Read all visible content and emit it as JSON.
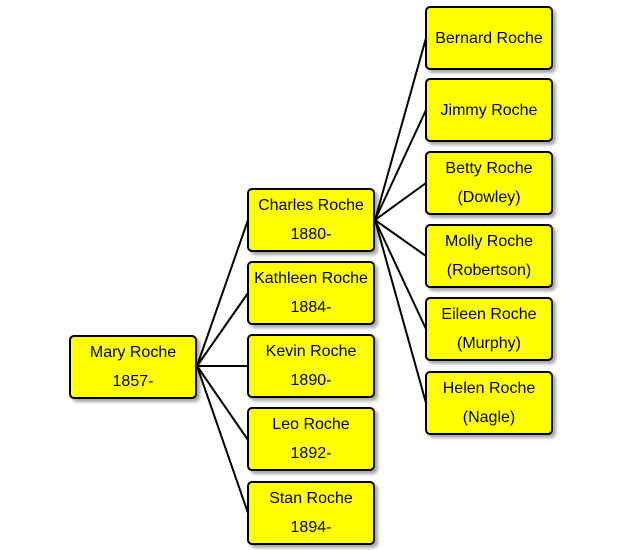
{
  "colors": {
    "box_fill": "#ffff00",
    "box_border": "#000000",
    "line": "#000000"
  },
  "tree": {
    "root": {
      "name": "Mary Roche",
      "dates": "1857-"
    },
    "children": [
      {
        "name": "Charles Roche",
        "dates": "1880-"
      },
      {
        "name": "Kathleen Roche",
        "dates": "1884-"
      },
      {
        "name": "Kevin Roche",
        "dates": "1890-"
      },
      {
        "name": "Leo Roche",
        "dates": "1892-"
      },
      {
        "name": "Stan Roche",
        "dates": "1894-"
      }
    ],
    "grandchildren": [
      {
        "name": "Bernard Roche",
        "note": ""
      },
      {
        "name": "Jimmy Roche",
        "note": ""
      },
      {
        "name": "Betty Roche",
        "note": "(Dowley)"
      },
      {
        "name": "Molly Roche",
        "note": "(Robertson)"
      },
      {
        "name": "Eileen Roche",
        "note": "(Murphy)"
      },
      {
        "name": "Helen Roche",
        "note": "(Nagle)"
      }
    ]
  }
}
